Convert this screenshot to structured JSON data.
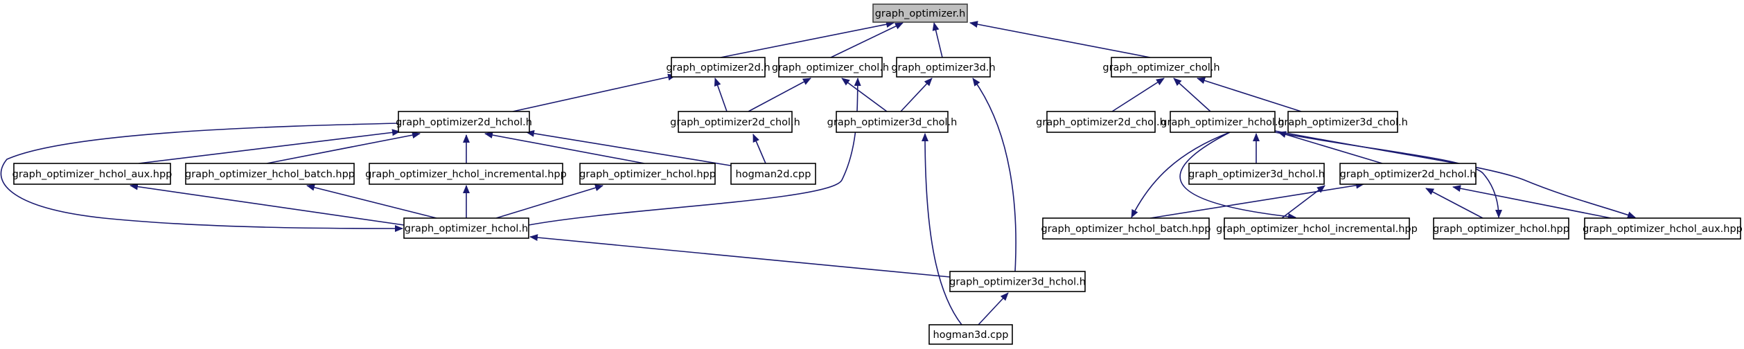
{
  "title": "graph_optimizer.h include dependency graph",
  "colors": {
    "edge": "#191970",
    "root_fill": "#bfbfbf",
    "node_fill": "#ffffff",
    "node_border": "#000000"
  },
  "nodes": [
    {
      "id": "root",
      "label": "graph_optimizer.h",
      "root": true
    },
    {
      "id": "go2d",
      "label": "graph_optimizer2d.h"
    },
    {
      "id": "gochol_l",
      "label": "graph_optimizer_chol.h"
    },
    {
      "id": "go3d",
      "label": "graph_optimizer3d.h"
    },
    {
      "id": "gochol_r",
      "label": "graph_optimizer_chol.h"
    },
    {
      "id": "go2dhchol_l",
      "label": "graph_optimizer2d_hchol.h"
    },
    {
      "id": "go2dchol_l",
      "label": "graph_optimizer2d_chol.h"
    },
    {
      "id": "go3dchol_l",
      "label": "graph_optimizer3d_chol.h"
    },
    {
      "id": "go2dchol_r",
      "label": "graph_optimizer2d_chol.h"
    },
    {
      "id": "gohchol_r",
      "label": "graph_optimizer_hchol.h"
    },
    {
      "id": "go3dchol_r",
      "label": "graph_optimizer3d_chol.h"
    },
    {
      "id": "aux_l",
      "label": "graph_optimizer_hchol_aux.hpp"
    },
    {
      "id": "batch_l",
      "label": "graph_optimizer_hchol_batch.hpp"
    },
    {
      "id": "incr_l",
      "label": "graph_optimizer_hchol_incremental.hpp"
    },
    {
      "id": "hpp_l",
      "label": "graph_optimizer_hchol.hpp"
    },
    {
      "id": "hog2d",
      "label": "hogman2d.cpp"
    },
    {
      "id": "go3dhchol_r",
      "label": "graph_optimizer3d_hchol.h"
    },
    {
      "id": "go2dhchol_r",
      "label": "graph_optimizer2d_hchol.h"
    },
    {
      "id": "gohchol_l",
      "label": "graph_optimizer_hchol.h"
    },
    {
      "id": "batch_r",
      "label": "graph_optimizer_hchol_batch.hpp"
    },
    {
      "id": "incr_r",
      "label": "graph_optimizer_hchol_incremental.hpp"
    },
    {
      "id": "hpp_r",
      "label": "graph_optimizer_hchol.hpp"
    },
    {
      "id": "aux_r",
      "label": "graph_optimizer_hchol_aux.hpp"
    },
    {
      "id": "go3dhchol_m",
      "label": "graph_optimizer3d_hchol.h"
    },
    {
      "id": "hog3d",
      "label": "hogman3d.cpp"
    }
  ],
  "edges": [
    {
      "from": "go2d",
      "to": "root"
    },
    {
      "from": "gochol_l",
      "to": "root"
    },
    {
      "from": "go3d",
      "to": "root"
    },
    {
      "from": "gochol_r",
      "to": "root"
    },
    {
      "from": "go2dhchol_l",
      "to": "go2d"
    },
    {
      "from": "go2dchol_l",
      "to": "go2d"
    },
    {
      "from": "go2dchol_l",
      "to": "gochol_l"
    },
    {
      "from": "go3dchol_l",
      "to": "gochol_l"
    },
    {
      "from": "go3dchol_l",
      "to": "go3d"
    },
    {
      "from": "gohchol_l",
      "to": "gochol_l"
    },
    {
      "from": "go3dhchol_m",
      "to": "go3d"
    },
    {
      "from": "aux_l",
      "to": "go2dhchol_l"
    },
    {
      "from": "batch_l",
      "to": "go2dhchol_l"
    },
    {
      "from": "incr_l",
      "to": "go2dhchol_l"
    },
    {
      "from": "hpp_l",
      "to": "go2dhchol_l"
    },
    {
      "from": "hog2d",
      "to": "go2dhchol_l"
    },
    {
      "from": "hog2d",
      "to": "go2dchol_l"
    },
    {
      "from": "go2dhchol_l",
      "to": "gohchol_l"
    },
    {
      "from": "gohchol_l",
      "to": "aux_l"
    },
    {
      "from": "gohchol_l",
      "to": "batch_l"
    },
    {
      "from": "gohchol_l",
      "to": "incr_l"
    },
    {
      "from": "gohchol_l",
      "to": "hpp_l"
    },
    {
      "from": "go3dhchol_m",
      "to": "gohchol_l"
    },
    {
      "from": "hog3d",
      "to": "go3dhchol_m"
    },
    {
      "from": "hog3d",
      "to": "go3dchol_l"
    },
    {
      "from": "go2dchol_r",
      "to": "gochol_r"
    },
    {
      "from": "gohchol_r",
      "to": "gochol_r"
    },
    {
      "from": "go3dchol_r",
      "to": "gochol_r"
    },
    {
      "from": "go3dhchol_r",
      "to": "gohchol_r"
    },
    {
      "from": "go2dhchol_r",
      "to": "gohchol_r"
    },
    {
      "from": "gohchol_r",
      "to": "batch_r"
    },
    {
      "from": "gohchol_r",
      "to": "incr_r"
    },
    {
      "from": "gohchol_r",
      "to": "hpp_r"
    },
    {
      "from": "gohchol_r",
      "to": "aux_r"
    },
    {
      "from": "batch_r",
      "to": "go2dhchol_r"
    },
    {
      "from": "incr_r",
      "to": "go2dhchol_r"
    },
    {
      "from": "hpp_r",
      "to": "go2dhchol_r"
    },
    {
      "from": "aux_r",
      "to": "go2dhchol_r"
    }
  ]
}
